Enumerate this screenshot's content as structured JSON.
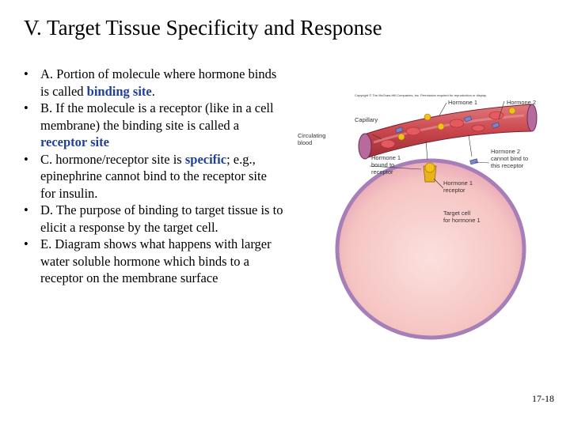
{
  "title": "V. Target Tissue Specificity and Response",
  "bullets": [
    {
      "marker": "•",
      "text_a": "A.  Portion of molecule where hormone binds is called ",
      "highlight": "binding site",
      "text_b": "."
    },
    {
      "marker": "•",
      "text_a": "B.  If the molecule is a receptor (like in a cell membrane) the binding site is called a ",
      "highlight": "receptor site",
      "text_b": ""
    },
    {
      "marker": "•",
      "text_a": "C.  hormone/receptor site is ",
      "highlight": "specific",
      "text_b": "; e.g., epinephrine cannot bind to the receptor site for insulin."
    },
    {
      "marker": "•",
      "text_a": "D.  The purpose of binding to target tissue is to elicit a response by the target cell.",
      "highlight": "",
      "text_b": ""
    },
    {
      "marker": "•",
      "text_a": "E.  Diagram shows what happens with larger water soluble hormone which binds to a receptor on the membrane surface",
      "highlight": "",
      "text_b": ""
    }
  ],
  "figure": {
    "copyright": "Copyright © The McGraw-Hill Companies, Inc. Permission required for reproduction or display.",
    "labels": {
      "hormone1": "Hormone 1",
      "hormone2": "Hormone 2",
      "capillary": "Capillary",
      "circulating1": "Circulating",
      "circulating2": "blood",
      "h1bound1": "Hormone 1",
      "h1bound2": "bound to",
      "h1bound3": "receptor",
      "h2cannot1": "Hormone 2",
      "h2cannot2": "cannot bind to",
      "h2cannot3": "this receptor",
      "h1receptor1": "Hormone 1",
      "h1receptor2": "receptor",
      "target1": "Target cell",
      "target2": "for hormone 1"
    },
    "colors": {
      "vessel": "#c9464c",
      "cell": "#f7c7c5",
      "cell_edge": "#a77fb8",
      "hormone1": "#f2c21b",
      "hormone2": "#7b86c8"
    }
  },
  "page_number": "17-18"
}
